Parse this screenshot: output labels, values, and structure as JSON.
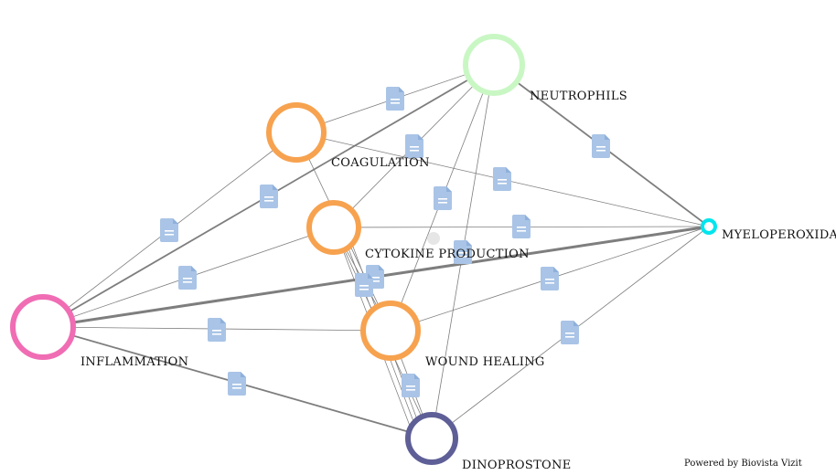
{
  "credit": "Powered by Biovista Vizit",
  "colors": {
    "edge": "#777777",
    "doc_icon": "#a9c4e6",
    "doc_lines": "#ffffff",
    "inflammation": "#f06db4",
    "neutrophils": "#c9f7c4",
    "coagulation": "#f7a24f",
    "cytokine_production": "#f7a24f",
    "wound_healing": "#f7a24f",
    "myeloperoxidase": "#00e5ee",
    "dinoprostone": "#5f5f97"
  },
  "nodes": [
    {
      "id": "inflammation",
      "label": "INFLAMMATION",
      "color": "inflammation"
    },
    {
      "id": "neutrophils",
      "label": "NEUTROPHILS",
      "color": "neutrophils"
    },
    {
      "id": "coagulation",
      "label": "COAGULATION",
      "color": "coagulation"
    },
    {
      "id": "cytokine_production",
      "label": "CYTOKINE PRODUCTION",
      "color": "cytokine_production"
    },
    {
      "id": "wound_healing",
      "label": "WOUND HEALING",
      "color": "wound_healing"
    },
    {
      "id": "myeloperoxidase",
      "label": "MYELOPEROXIDA",
      "color": "myeloperoxidase"
    },
    {
      "id": "dinoprostone",
      "label": "DINOPROSTONE",
      "color": "dinoprostone"
    }
  ],
  "edges": [
    {
      "source": "inflammation",
      "target": "myeloperoxidase",
      "weight": 3
    },
    {
      "source": "inflammation",
      "target": "neutrophils",
      "weight": 2
    },
    {
      "source": "inflammation",
      "target": "dinoprostone",
      "weight": 2
    },
    {
      "source": "inflammation",
      "target": "coagulation",
      "weight": 1
    },
    {
      "source": "inflammation",
      "target": "cytokine_production",
      "weight": 1
    },
    {
      "source": "inflammation",
      "target": "wound_healing",
      "weight": 1
    },
    {
      "source": "neutrophils",
      "target": "myeloperoxidase",
      "weight": 2
    },
    {
      "source": "neutrophils",
      "target": "coagulation",
      "weight": 1
    },
    {
      "source": "neutrophils",
      "target": "cytokine_production",
      "weight": 1
    },
    {
      "source": "neutrophils",
      "target": "wound_healing",
      "weight": 1
    },
    {
      "source": "neutrophils",
      "target": "dinoprostone",
      "weight": 1
    },
    {
      "source": "coagulation",
      "target": "myeloperoxidase",
      "weight": 1
    },
    {
      "source": "coagulation",
      "target": "wound_healing",
      "weight": 1
    },
    {
      "source": "cytokine_production",
      "target": "myeloperoxidase",
      "weight": 1
    },
    {
      "source": "cytokine_production",
      "target": "wound_healing",
      "weight": 1
    },
    {
      "source": "cytokine_production",
      "target": "dinoprostone",
      "weight": 1
    },
    {
      "source": "wound_healing",
      "target": "myeloperoxidase",
      "weight": 1
    },
    {
      "source": "wound_healing",
      "target": "dinoprostone",
      "weight": 1
    },
    {
      "source": "myeloperoxidase",
      "target": "dinoprostone",
      "weight": 1
    }
  ]
}
